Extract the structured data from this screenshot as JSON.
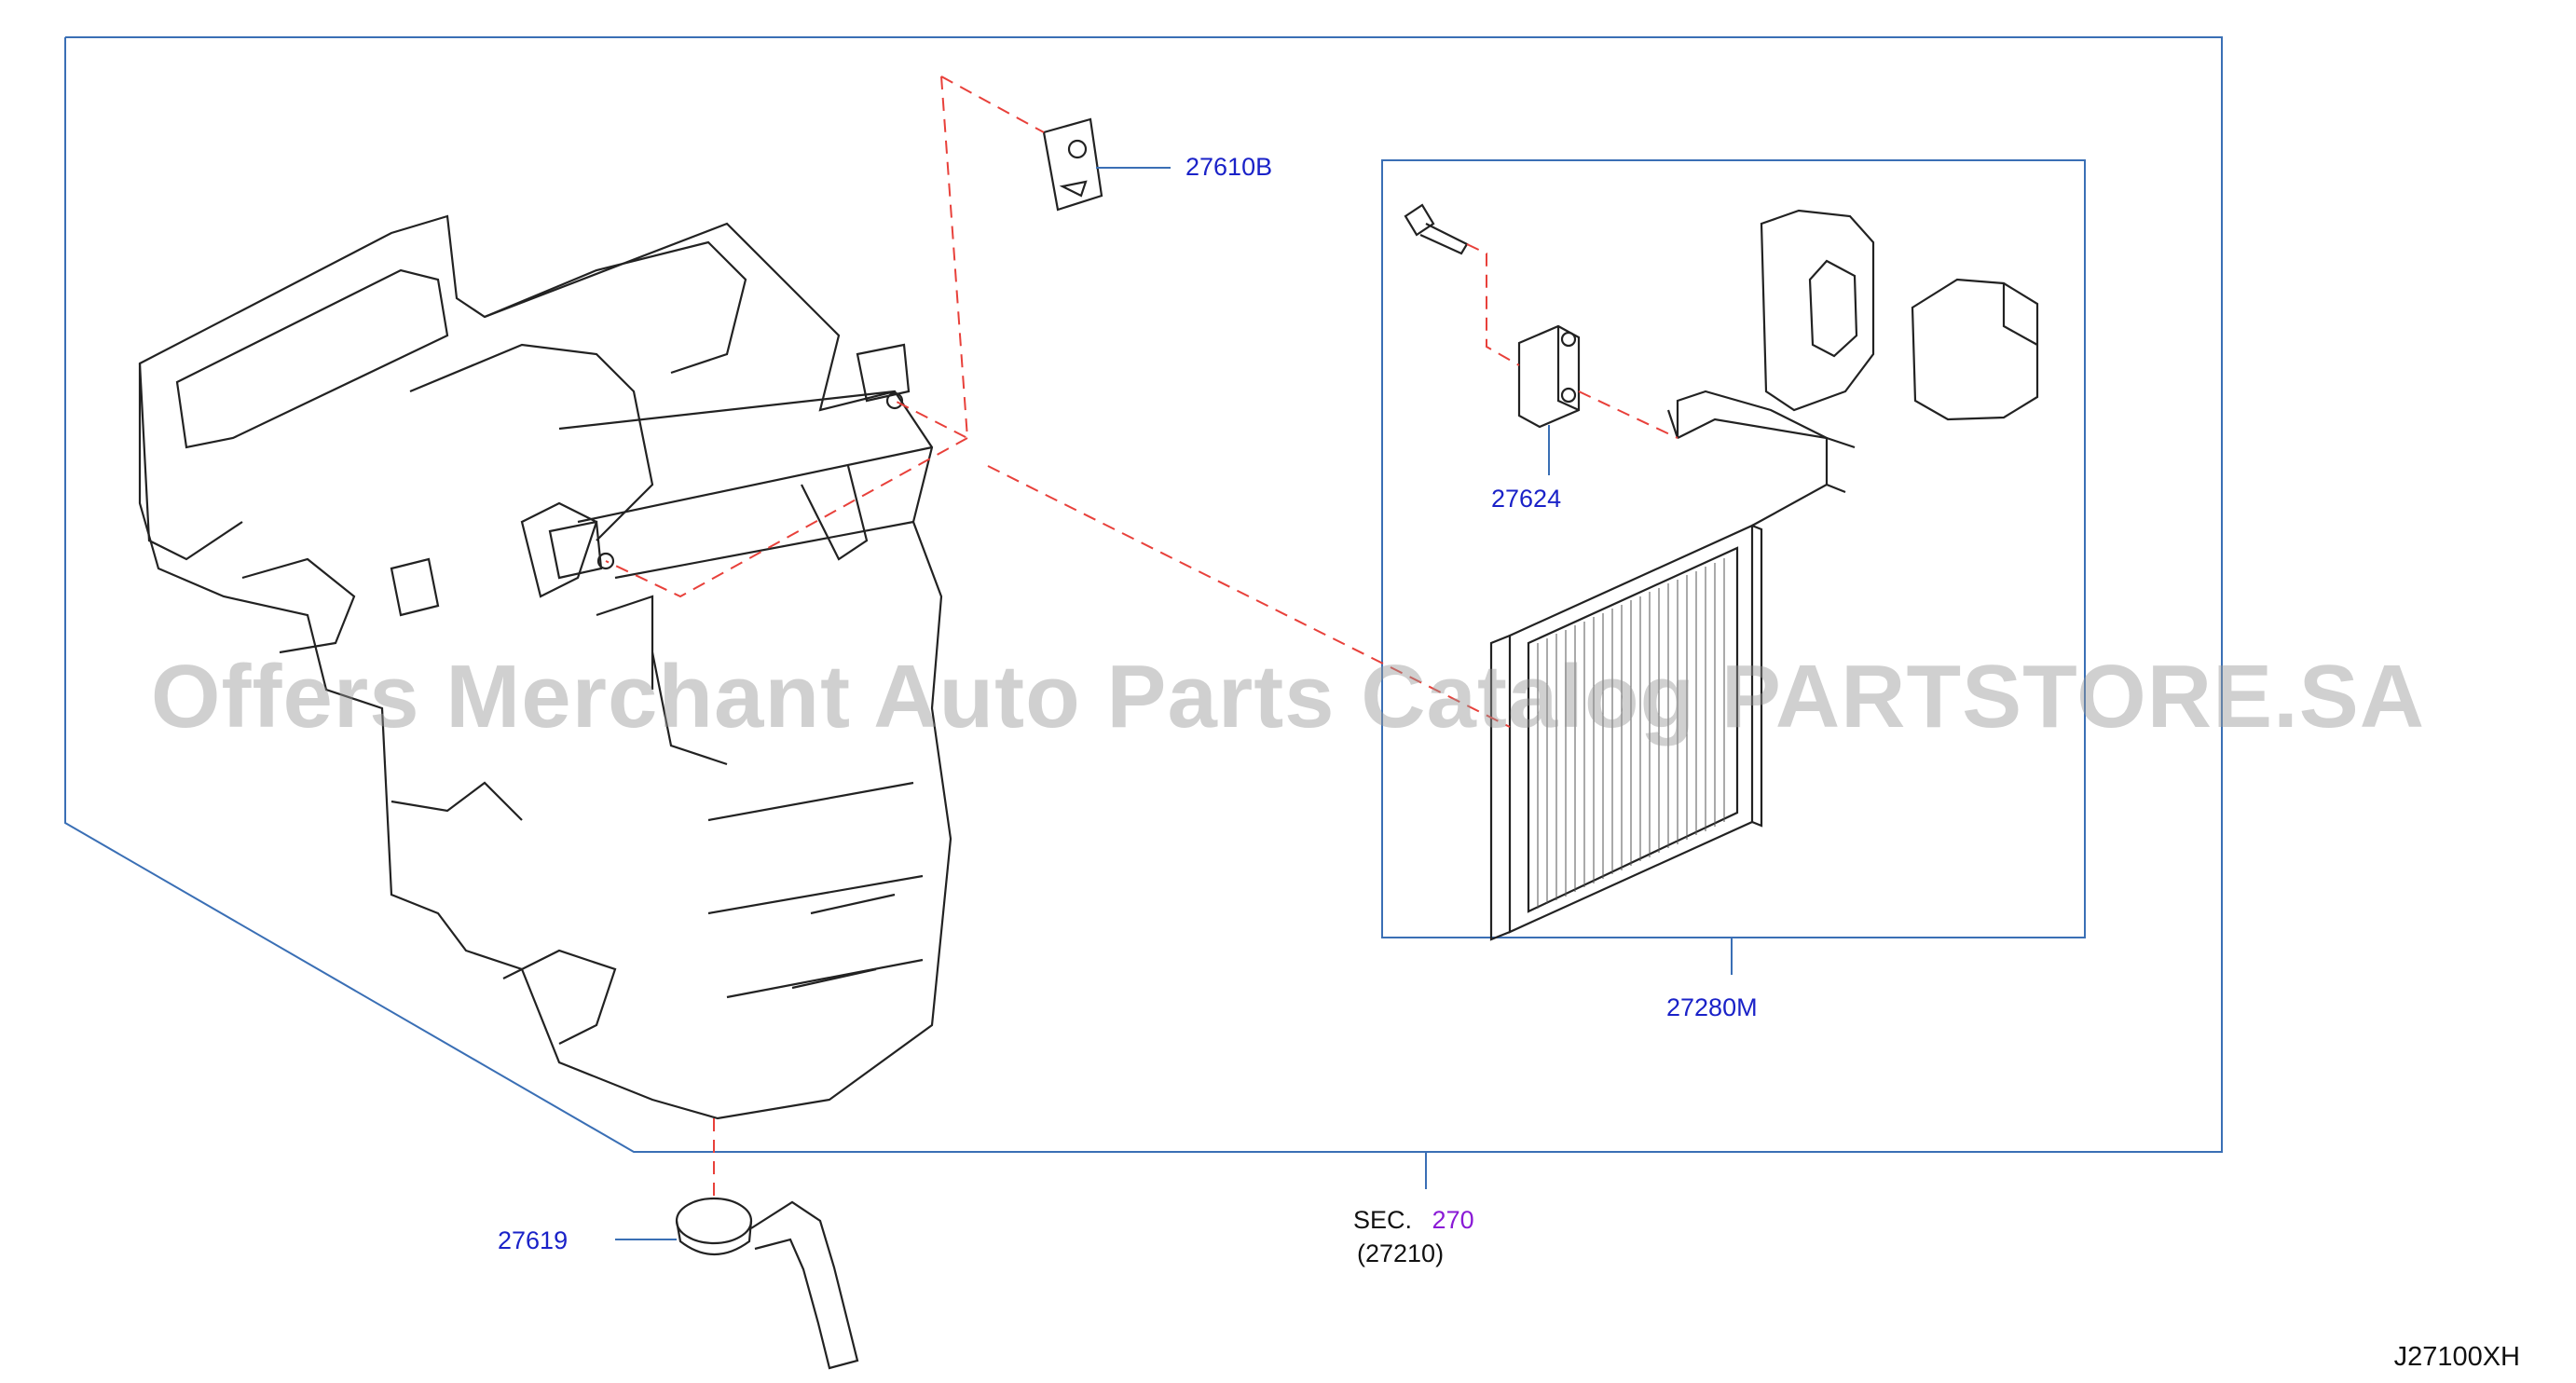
{
  "diagram": {
    "code": "J27100XH",
    "watermark": "Offers Merchant Auto Parts Catalog PARTSTORE.SA",
    "section_ref": {
      "prefix": "SEC.",
      "number": "270",
      "sub": "(27210)"
    },
    "parts": [
      {
        "id": "27610B",
        "label": "27610B",
        "name": "bracket"
      },
      {
        "id": "27624",
        "label": "27624",
        "name": "expansion-valve"
      },
      {
        "id": "27280M",
        "label": "27280M",
        "name": "evaporator-assembly"
      },
      {
        "id": "27619",
        "label": "27619",
        "name": "drain-hose"
      }
    ],
    "colors": {
      "part_label": "#1a22c8",
      "section_number": "#8a1ad6",
      "frame": "#3a6fb5",
      "leader_dash": "#e8403a",
      "linework": "#222222"
    }
  }
}
